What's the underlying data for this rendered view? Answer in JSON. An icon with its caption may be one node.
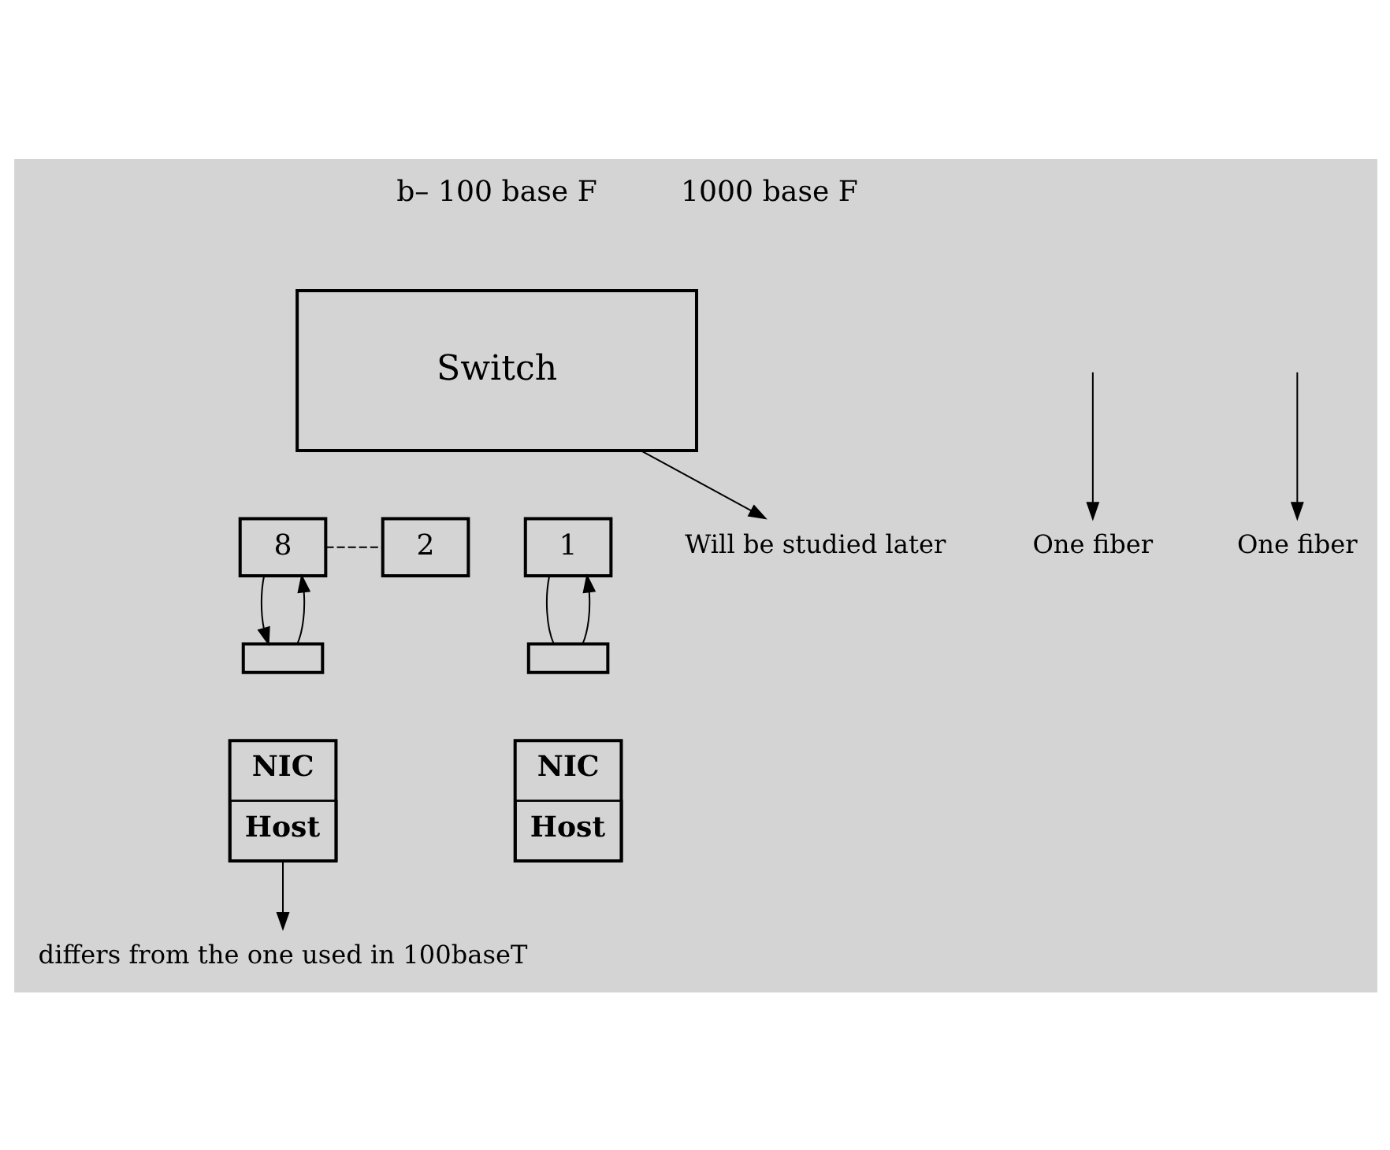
{
  "diagram": {
    "nodes": [
      {
        "text": [
          "Switch"
        ]
      },
      {
        "text": [
          "8"
        ]
      },
      {
        "text": [
          "2"
        ]
      },
      {
        "text": [
          "1"
        ]
      },
      {
        "text": [],
        "shape": "box"
      },
      {
        "text": [],
        "shape": "box"
      },
      {
        "text": [
          "NIC",
          "Host"
        ]
      },
      {
        "text": [
          "NIC",
          "Host"
        ]
      },
      {
        "text": [
          "Will be studied later"
        ]
      },
      {
        "text": [
          "One fiber"
        ]
      },
      {
        "text": [
          "One fiber"
        ]
      },
      {
        "text": [
          "differs from the one used in 100baseT"
        ]
      }
    ],
    "edges": [
      {
        "from": 4,
        "to": 1,
        "arrow": "to"
      },
      {
        "from": 1,
        "to": 4,
        "arrow": "to"
      },
      {
        "from": 5,
        "to": 3,
        "arrow": "to"
      },
      {
        "from": 3,
        "to": 5,
        "arrow": "none"
      },
      {
        "from": 1,
        "to": 2,
        "arrow": "none",
        "style": "dashed"
      },
      {
        "from": 0,
        "to": 8,
        "arrow": "to"
      },
      {
        "from": null,
        "to": 9,
        "arrow": "to"
      },
      {
        "from": null,
        "to": 10,
        "arrow": "to"
      },
      {
        "from": 6,
        "to": 11,
        "arrow": "to"
      }
    ],
    "labels": [
      "b– 100 base F",
      "1000 base F"
    ]
  }
}
